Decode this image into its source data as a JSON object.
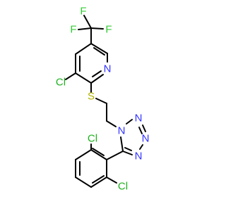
{
  "colors": {
    "carbon_bond": "#000000",
    "chlorine": "#1fb11f",
    "fluorine": "#33cc33",
    "nitrogen": "#3333ff",
    "sulfur": "#b2b200",
    "background": "#ffffff"
  },
  "atoms": {
    "F1": "F",
    "F2": "F",
    "F3": "F",
    "Cl_pyridine": "Cl",
    "N_pyridine": "N",
    "S_thioether": "S",
    "N1_tetrazole": "N",
    "N2_tetrazole": "N",
    "N3_tetrazole": "N",
    "N4_tetrazole": "N",
    "Cl_phenyl_top": "Cl",
    "Cl_phenyl_bottom": "Cl"
  }
}
